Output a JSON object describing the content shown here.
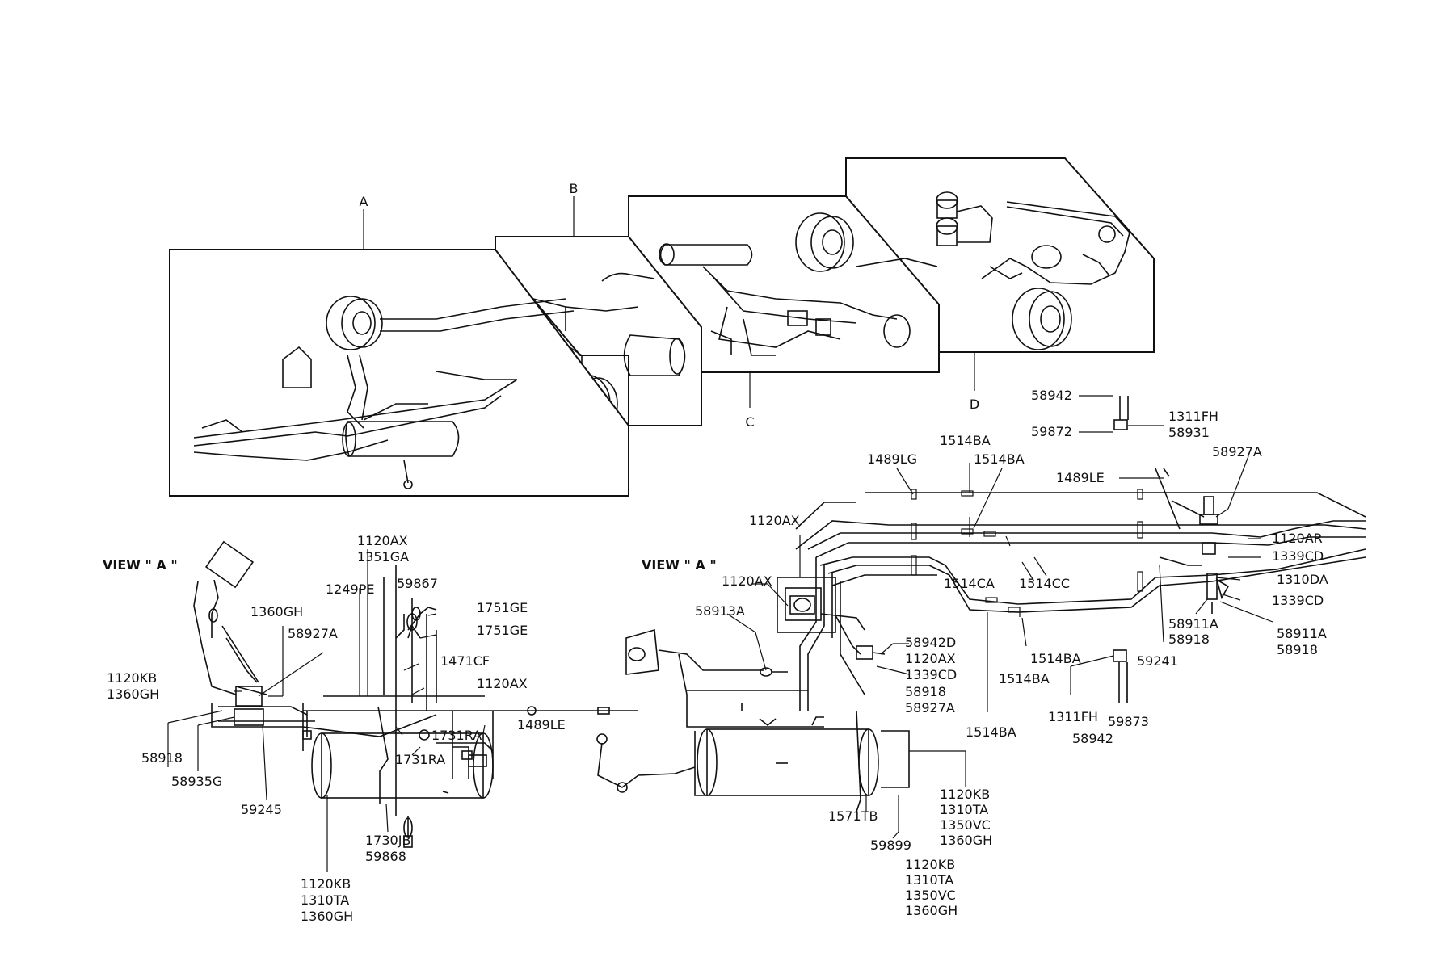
{
  "sections": {
    "a": "A",
    "b": "B",
    "c": "C",
    "d": "D"
  },
  "views": {
    "left": "VIEW \" A \"",
    "right": "VIEW \" A \""
  },
  "labels": {
    "top_58942": "58942",
    "top_1311FH": "1311FH",
    "top_59872": "59872",
    "top_58931": "58931",
    "l_1489LG": "1489LG",
    "l_1514BA_a": "1514BA",
    "l_1514BA_b": "1514BA",
    "l_1489LE_r": "1489LE",
    "l_58927A_r": "58927A",
    "l_1120AX_r1": "1120AX",
    "l_1120AR": "1120AR",
    "l_1339CD_a": "1339CD",
    "l_1310DA": "1310DA",
    "l_1339CD_b": "1339CD",
    "l_1514CA": "1514CA",
    "l_1514CC": "1514CC",
    "l_1120AX_r2": "1120AX",
    "l_58913A": "58913A",
    "l_58942D": "58942D",
    "l_1120AX_r3": "1120AX",
    "l_1339CD_c": "1339CD",
    "l_58918_r": "58918",
    "l_58927A_r2": "58927A",
    "l_1514BA_c": "1514BA",
    "l_1514BA_d": "1514BA",
    "l_1514BA_e": "1514BA",
    "l_58911A_a": "58911A",
    "l_58918_a": "58918",
    "l_58911A_b": "58911A",
    "l_58918_b": "58918",
    "l_59241": "59241",
    "l_1311FH_b": "1311FH",
    "l_59873": "59873",
    "l_58942_b": "58942",
    "l_1571TB": "1571TB",
    "l_59899": "59899",
    "stack_r1": [
      "1120KB",
      "1310TA",
      "1350VC",
      "1360GH"
    ],
    "stack_r2": [
      "1120KB",
      "1310TA",
      "1350VC",
      "1360GH"
    ],
    "l_1120AX_l": "1120AX",
    "l_1351GA": "1351GA",
    "l_1249PE": "1249PE",
    "l_59867": "59867",
    "l_1751GE_a": "1751GE",
    "l_1751GE_b": "1751GE",
    "l_1360GH": "1360GH",
    "l_58927A_l": "58927A",
    "l_1471CF": "1471CF",
    "l_1120KB_l": "1120KB",
    "l_1360GH_l2": "1360GH",
    "l_1120AX_l2": "1120AX",
    "l_1731RA_a": "1731RA",
    "l_1489LE_l": "1489LE",
    "l_1731RA_b": "1731RA",
    "l_58918_l": "58918",
    "l_58935G": "58935G",
    "l_59245": "59245",
    "l_1730JB": "1730JB",
    "l_59868": "59868",
    "stack_l": [
      "1120KB",
      "1310TA",
      "1360GH"
    ]
  }
}
